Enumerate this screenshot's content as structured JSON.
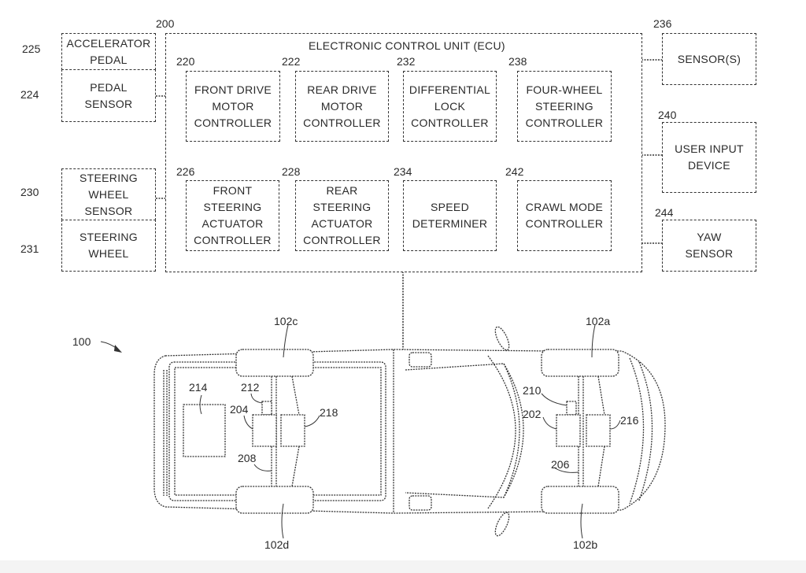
{
  "figure": {
    "ecu": {
      "ref": "200",
      "title": "ELECTRONIC CONTROL UNIT (ECU)"
    },
    "left_blocks": [
      {
        "ref": "225",
        "label": "ACCELERATOR\nPEDAL"
      },
      {
        "ref": "224",
        "label": "PEDAL\nSENSOR"
      },
      {
        "ref": "230",
        "label": "STEERING\nWHEEL\nSENSOR"
      },
      {
        "ref": "231",
        "label": "STEERING\nWHEEL"
      }
    ],
    "ecu_top_row": [
      {
        "ref": "220",
        "label": "FRONT DRIVE\nMOTOR\nCONTROLLER"
      },
      {
        "ref": "222",
        "label": "REAR DRIVE\nMOTOR\nCONTROLLER"
      },
      {
        "ref": "232",
        "label": "DIFFERENTIAL\nLOCK\nCONTROLLER"
      },
      {
        "ref": "238",
        "label": "FOUR-WHEEL\nSTEERING\nCONTROLLER"
      }
    ],
    "ecu_bottom_row": [
      {
        "ref": "226",
        "label": "FRONT\nSTEERING\nACTUATOR\nCONTROLLER"
      },
      {
        "ref": "228",
        "label": "REAR\nSTEERING\nACTUATOR\nCONTROLLER"
      },
      {
        "ref": "234",
        "label": "SPEED\nDETERMINER"
      },
      {
        "ref": "242",
        "label": "CRAWL MODE\nCONTROLLER"
      }
    ],
    "right_blocks": [
      {
        "ref": "236",
        "label": "SENSOR(S)"
      },
      {
        "ref": "240",
        "label": "USER INPUT\nDEVICE"
      },
      {
        "ref": "244",
        "label": "YAW\nSENSOR"
      }
    ],
    "vehicle": {
      "ref": "100",
      "wheels": {
        "front_left": "102a",
        "front_right": "102b",
        "rear_left": "102c",
        "rear_right": "102d"
      },
      "components": {
        "front_motor": "202",
        "rear_motor": "204",
        "front_axle": "206",
        "rear_axle": "208",
        "front_sensor": "210",
        "rear_sensor": "212",
        "battery": "214",
        "front_steering_actuator": "216",
        "rear_steering_actuator": "218"
      }
    }
  }
}
